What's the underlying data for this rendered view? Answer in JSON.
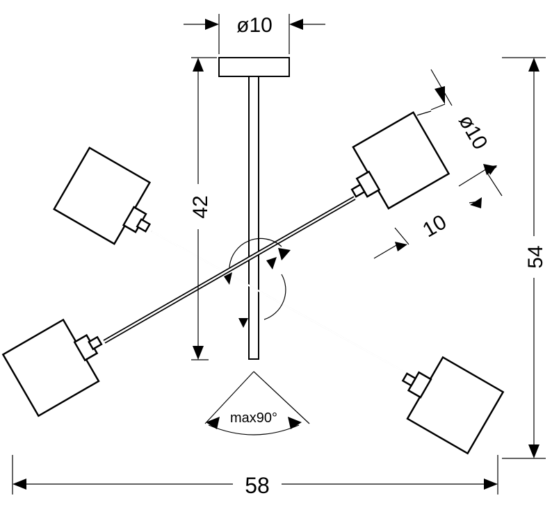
{
  "dimensions": {
    "rose_diameter": "ø10",
    "shade_diameter": "ø10",
    "shade_height": "10",
    "drop_height": "42",
    "total_height": "54",
    "total_width": "58",
    "tilt_angle": "max90°"
  },
  "colors": {
    "line": "#000000",
    "background": "#ffffff"
  }
}
